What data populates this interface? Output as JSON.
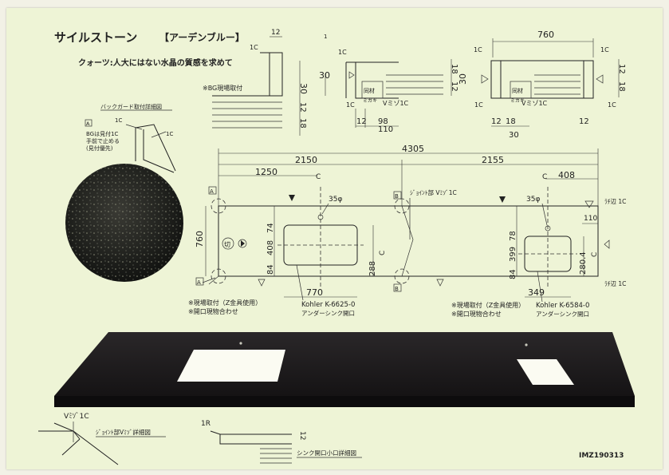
{
  "title": "サイルストーン",
  "color_name": "【アーデンブルー】",
  "subtitle": "クォーツ:人大にはない水晶の質感を求めて",
  "bg_note": "※BG現場取付",
  "backguard_detail": {
    "title": "バックガード取付詳細図",
    "box_label": "A",
    "chamfer_top": "1C",
    "chamfer_right": "1C",
    "note_line1": "BGは見付1C",
    "note_line2": "手前で止める",
    "note_line3": "(見付優先)"
  },
  "section_left": {
    "dim_top": "12",
    "chamfer": "1C",
    "dim_30": "30",
    "dim_12": "12",
    "dim_18": "18"
  },
  "section_mid": {
    "ref_num": "1",
    "chamfer_top": "1C",
    "chamfer_bottom": "1C",
    "dim_30": "30",
    "dim_18": "18",
    "dim_12v": "12",
    "dim_12": "12",
    "dim_98": "98",
    "dim_110": "110",
    "material": "同材",
    "miter": "ミガキ",
    "vmiter": "Vミゾ1C"
  },
  "section_right": {
    "dim_760": "760",
    "chamfer_left": "1C",
    "chamfer_right": "1C",
    "chamfer_bottom_left": "1C",
    "chamfer_bottom_right": "1C",
    "dim_30": "30",
    "dim_18": "18",
    "dim_12v": "12",
    "dim_12": "12",
    "dim_18b": "18",
    "dim_30b": "30",
    "material": "同材",
    "miter": "ミガキ",
    "vmiter": "Vミゾ1C"
  },
  "plan": {
    "dim_total": "4305",
    "dim_left": "2150",
    "dim_right": "2155",
    "dim_1250": "1250",
    "dim_408": "408",
    "center_left": "C",
    "center_right": "C",
    "hole_left": "35φ",
    "hole_right": "35φ",
    "joint_label": "ｼﾞｮｲﾝﾄ部 Vﾐｿﾞ1C",
    "edge_top": "ﾗﾁ辺 1C",
    "edge_bottom": "ﾗﾁ辺 1C",
    "dim_760": "760",
    "dim_74": "74",
    "dim_408v": "408",
    "dim_84": "84",
    "dim_288": "288",
    "dim_c_left": "C",
    "dim_78": "78",
    "dim_399": "399",
    "dim_84r": "84",
    "dim_110": "110",
    "dim_2804": "280.4",
    "dim_c_right": "C",
    "dim_770": "770",
    "dim_349": "349",
    "marker_a_top": "A",
    "marker_a_bottom": "A",
    "marker_b_top": "B",
    "marker_b_bottom": "B",
    "circle_mark": "切",
    "note_left_1": "※現場取付（Z金具使用）",
    "note_left_2": "※開口現物合わせ",
    "kohler_left": "Kohler K-6625-0",
    "undersink_left": "アンダーシンク開口",
    "note_right_1": "※現場取付（Z金具使用）",
    "note_right_2": "※開口現物合わせ",
    "kohler_right": "Kohler K-6584-0",
    "undersink_right": "アンダーシンク開口"
  },
  "joint_detail": {
    "vmiter": "Vﾐｿﾞ1C",
    "title": "ｼﾞｮｲﾝﾄ部Vﾐｿﾞ詳細図"
  },
  "sink_detail": {
    "radius": "1R",
    "dim_12": "12",
    "title": "シンク開口小口詳細図"
  },
  "doc_id": "IMZ190313",
  "colors": {
    "paper": "#eef4d6",
    "stone": "#1c1a1d",
    "sink": "#fbfbf2"
  }
}
